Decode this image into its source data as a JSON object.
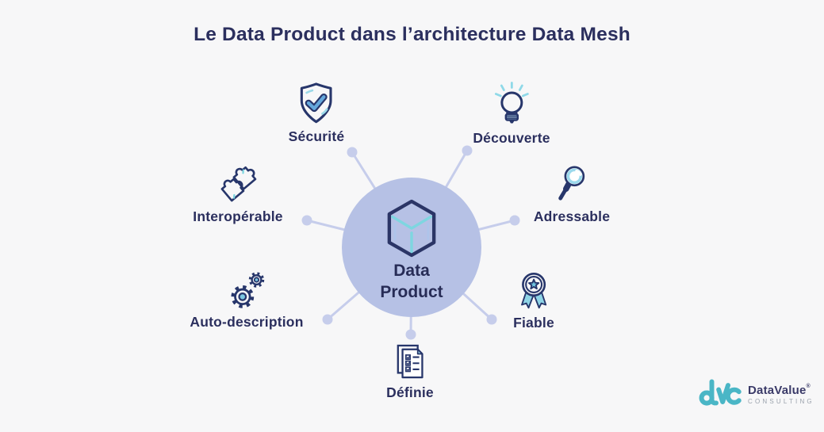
{
  "title": "Le Data Product dans l’architecture Data Mesh",
  "center": {
    "icon": "cube-icon",
    "line1": "Data",
    "line2": "Product"
  },
  "satellites": [
    {
      "label": "Sécurité",
      "icon": "shield-check-icon"
    },
    {
      "label": "Découverte",
      "icon": "lightbulb-icon"
    },
    {
      "label": "Interopérable",
      "icon": "puzzle-icon"
    },
    {
      "label": "Adressable",
      "icon": "magnifying-glass-icon"
    },
    {
      "label": "Auto-description",
      "icon": "gears-icon"
    },
    {
      "label": "Fiable",
      "icon": "medal-ribbon-icon"
    },
    {
      "label": "Définie",
      "icon": "checklist-documents-icon"
    }
  ],
  "logo": {
    "monogram": "dvc",
    "name": "DataValue",
    "registered": "®",
    "subtitle": "CONSULTING"
  },
  "colors": {
    "background": "#f7f7f8",
    "title_navy": "#2b2f5e",
    "icon_navy": "#27366b",
    "circle_fill": "#b6c1e5",
    "connector": "#c6cdeb",
    "accent_cyan": "#8fd9e8",
    "accent_blue": "#65a8dc",
    "accent_fill_blue": "#7cc8e2",
    "logo_teal": "#4ab6c6",
    "logo_gray": "#9aa2ac"
  }
}
